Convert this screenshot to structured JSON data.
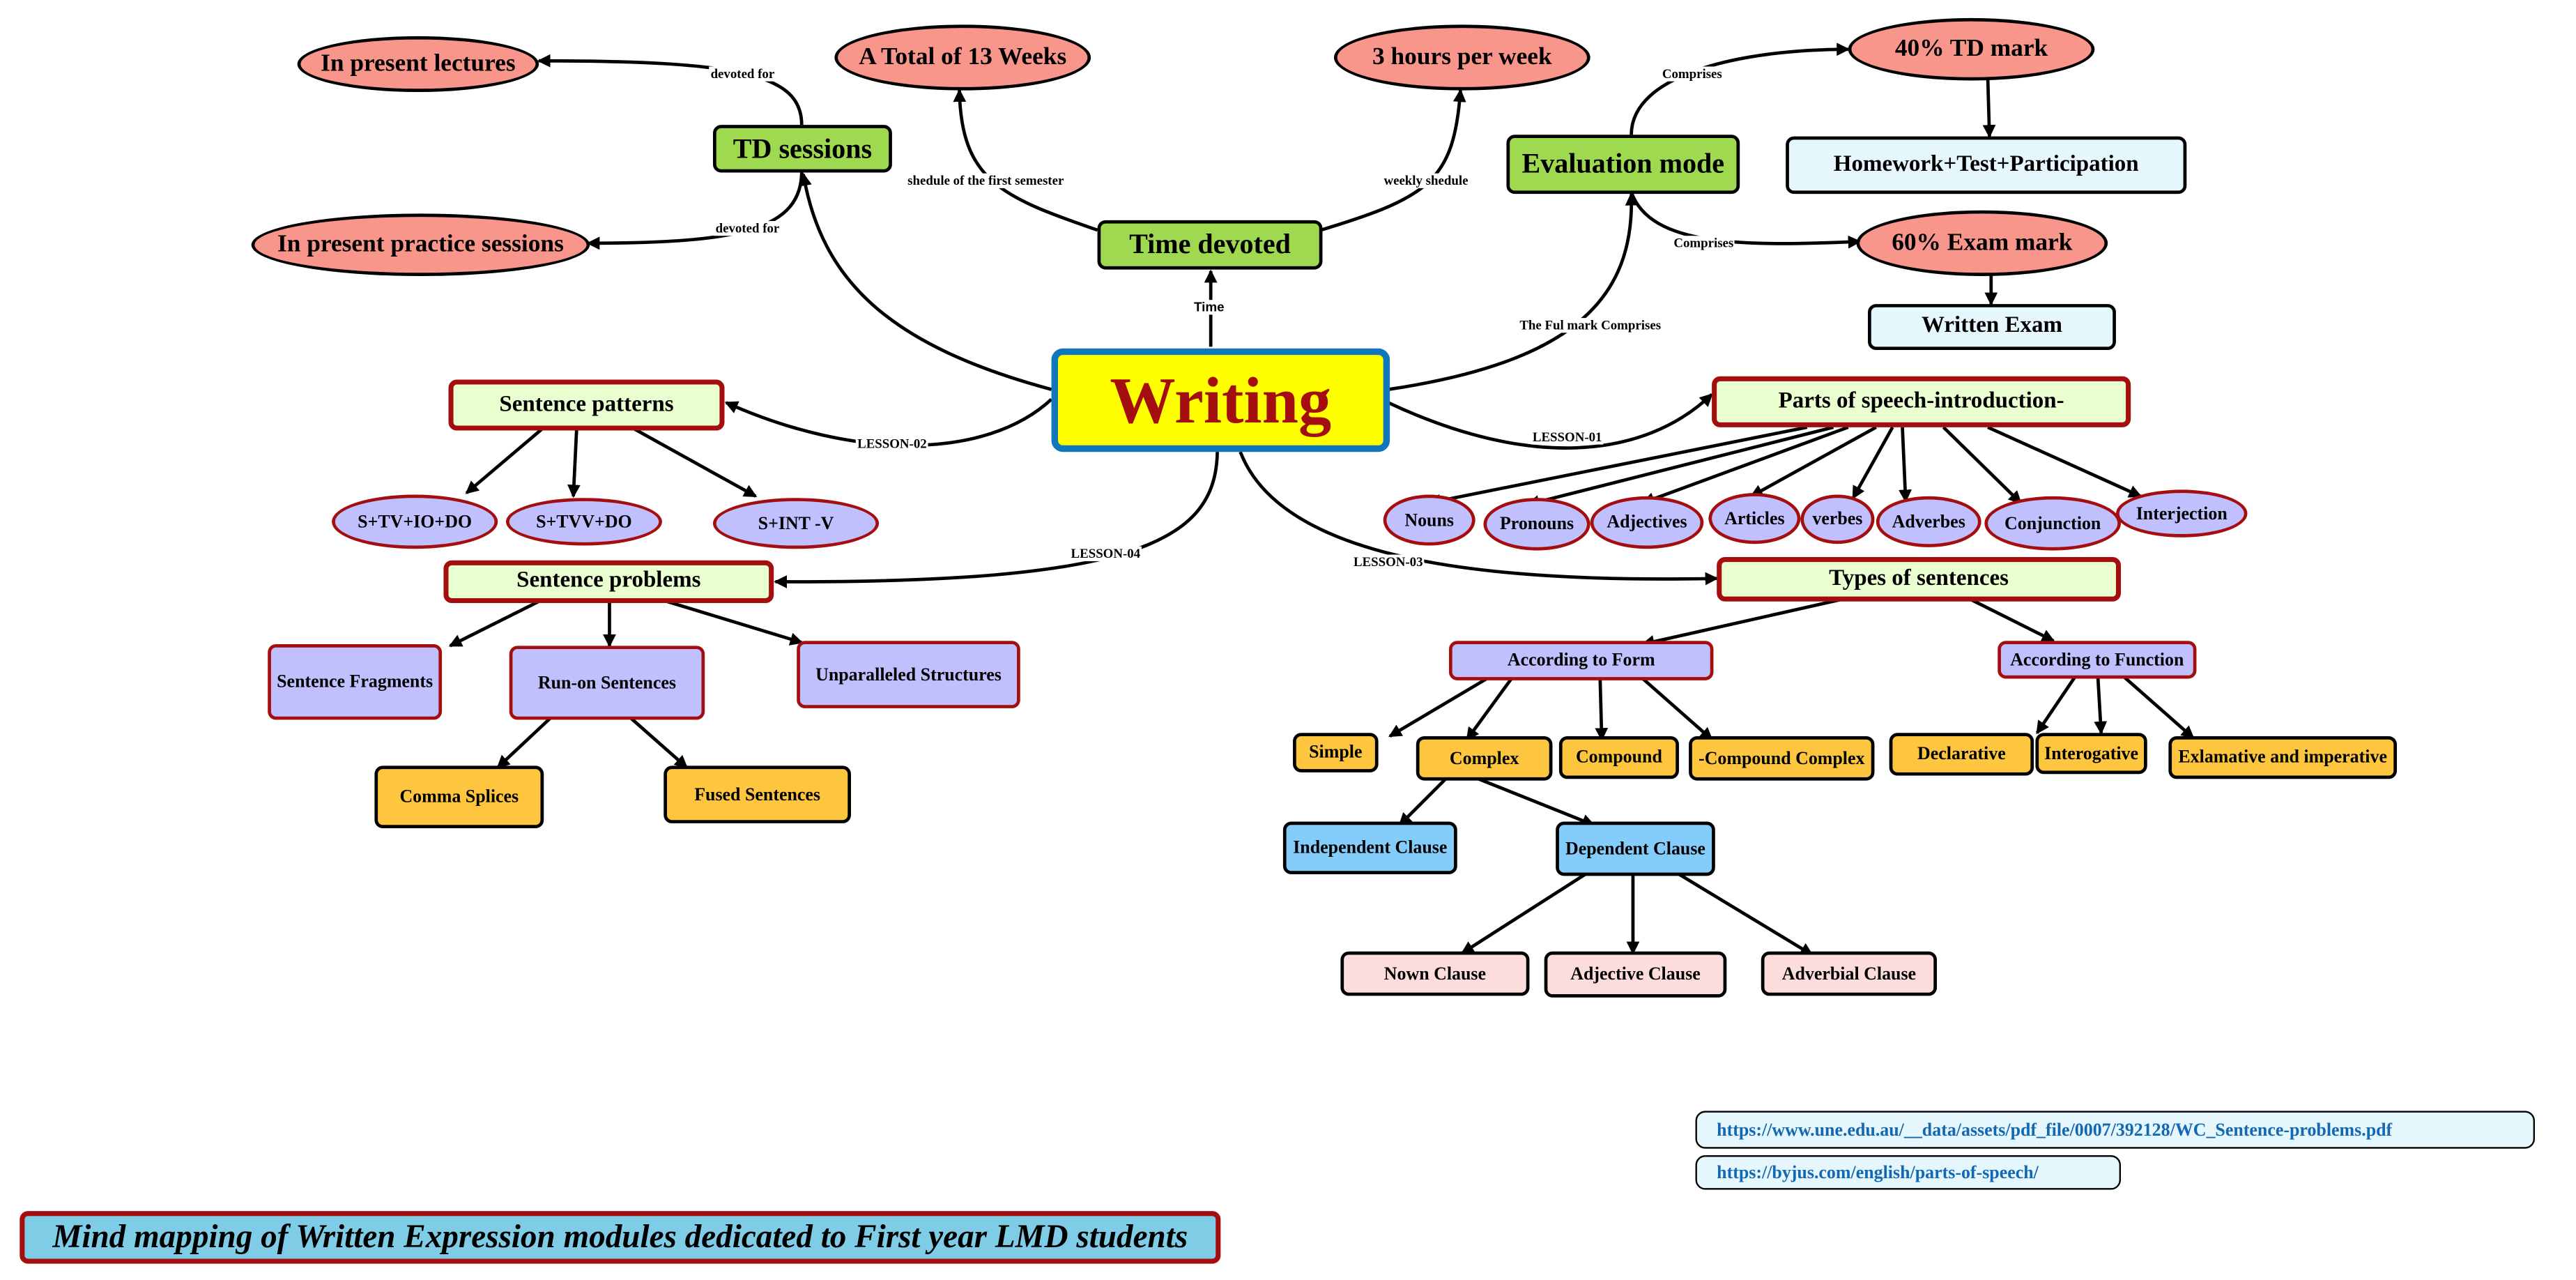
{
  "center": "Writing",
  "nodes": {
    "td_sessions": "TD sessions",
    "lectures": "In present lectures",
    "practice": "In present practice sessions",
    "time_devoted": "Time devoted",
    "weeks": "A Total of 13 Weeks",
    "hours": "3 hours per week",
    "evaluation": "Evaluation mode",
    "td_mark": "40% TD mark",
    "homework": "Homework+Test+Participation",
    "exam_mark": "60% Exam mark",
    "written_exam": "Written Exam",
    "sentence_patterns": "Sentence patterns",
    "p1": "S+TV+IO+DO",
    "p2": "S+TVV+DO",
    "p3": "S+INT -V",
    "parts_of_speech": "Parts of speech-introduction-",
    "pos": [
      "Nouns",
      "Pronouns",
      "Adjectives",
      "Articles",
      "verbes",
      "Adverbes",
      "Conjunction",
      "Interjection"
    ],
    "sentence_problems": "Sentence problems",
    "fragments": "Sentence Fragments",
    "runon": "Run-on Sentences",
    "unparalleled": "Unparalleled Structures",
    "comma": "Comma Splices",
    "fused": "Fused Sentences",
    "types": "Types of sentences",
    "form": "According to Form",
    "function": "According to Function",
    "simple": "Simple",
    "complex": "Complex",
    "compound": "Compound",
    "compound_complex": "-Compound Complex",
    "declarative": "Declarative",
    "interogative": "Interogative",
    "exlamative": "Exlamative and imperative",
    "independent": "Independent Clause",
    "dependent": "Dependent Clause",
    "nown": "Nown Clause",
    "adjective": "Adjective Clause",
    "adverbial": "Adverbial Clause"
  },
  "edge_labels": {
    "devoted1": "devoted for",
    "devoted2": "devoted for",
    "schedule": "shedule of the first semester",
    "weekly": "weekly shedule",
    "time": "Time",
    "comprises1": "Comprises",
    "comprises2": "Comprises",
    "fulmark": "The Ful mark Comprises",
    "l1": "LESSON-01",
    "l2": "LESSON-02",
    "l3": "LESSON-03",
    "l4": "LESSON-04"
  },
  "links": [
    "https://www.une.edu.au/__data/assets/pdf_file/0007/392128/WC_Sentence-problems.pdf",
    "https://byjus.com/english/parts-of-speech/"
  ],
  "title": "Mind mapping of Written Expression modules dedicated to  First year LMD students"
}
